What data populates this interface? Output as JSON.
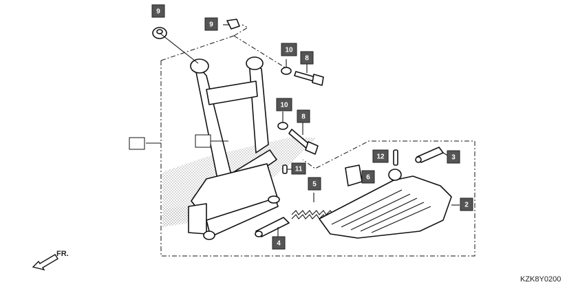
{
  "callouts": [
    {
      "id": "c-9a",
      "text": "9"
    },
    {
      "id": "c-9b",
      "text": "9"
    },
    {
      "id": "c-10a",
      "text": "10"
    },
    {
      "id": "c-8a",
      "text": "8"
    },
    {
      "id": "c-10b",
      "text": "10"
    },
    {
      "id": "c-8b",
      "text": "8"
    },
    {
      "id": "c-12",
      "text": "12"
    },
    {
      "id": "c-3",
      "text": "3"
    },
    {
      "id": "c-11",
      "text": "11"
    },
    {
      "id": "c-6",
      "text": "6"
    },
    {
      "id": "c-5",
      "text": "5"
    },
    {
      "id": "c-2",
      "text": "2"
    },
    {
      "id": "c-4",
      "text": "4"
    }
  ],
  "empty_boxes": [
    "assembly-ref-box",
    "stand-ref-box"
  ],
  "direction_label": "FR.",
  "diagram_code": "KZK8Y0200",
  "colors": {
    "callout_fill": "#555555",
    "line": "#111111"
  }
}
